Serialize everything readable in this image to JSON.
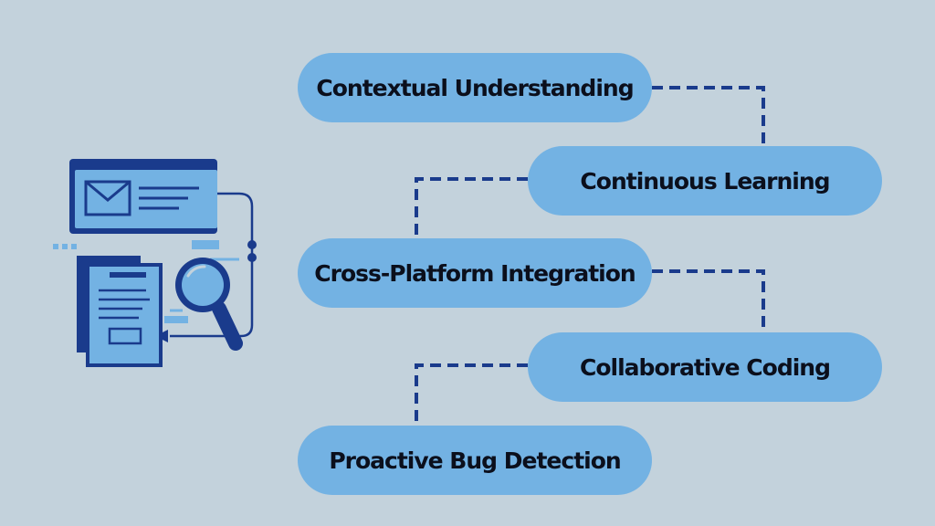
{
  "colors": {
    "background": "#c3d2dc",
    "pill_fill": "#73b2e3",
    "connector": "#1a3b8c",
    "illustration_dark": "#1a3b8c",
    "illustration_light": "#73b2e3",
    "text": "#0b0f1c"
  },
  "illustration": {
    "icons": [
      "email-icon",
      "document-icon",
      "magnifier-icon"
    ]
  },
  "nodes": [
    {
      "label": "Contextual Understanding"
    },
    {
      "label": "Continuous Learning"
    },
    {
      "label": "Cross-Platform Integration"
    },
    {
      "label": "Collaborative Coding"
    },
    {
      "label": "Proactive Bug Detection"
    }
  ]
}
